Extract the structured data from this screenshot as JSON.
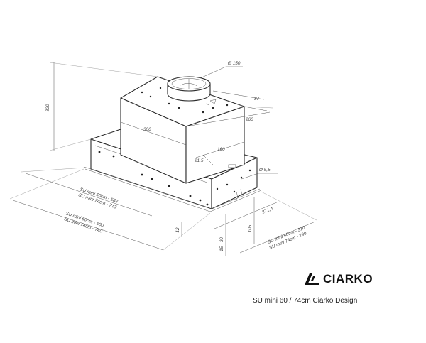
{
  "brand": {
    "name": "CIARKO",
    "logo_icon": "ciarko-chevron-logo"
  },
  "caption": "SU mini 60 / 74cm Ciarko Design",
  "dimensions": {
    "height_320": "320",
    "duct_diameter": "Ø 150",
    "offset_87": "87",
    "depth_260": "260",
    "width_300": "300",
    "depth_160": "160",
    "edge_21_5": "21,5",
    "hole_diameter": "Ø 5,5",
    "side_271_4": "271,4",
    "inner_width_60": "SU mini 60cm - 563",
    "inner_width_74": "SU mini 74cm - 713",
    "outer_width_60": "SU mini 60cm - 600",
    "outer_width_74": "SU mini 74cm - 740",
    "outer_depth_60": "SU mini 60cm - 310",
    "outer_depth_74": "SU mini 74cm - 290",
    "height_105": "105",
    "height_15_30": "15 - 30",
    "height_12": "12"
  }
}
